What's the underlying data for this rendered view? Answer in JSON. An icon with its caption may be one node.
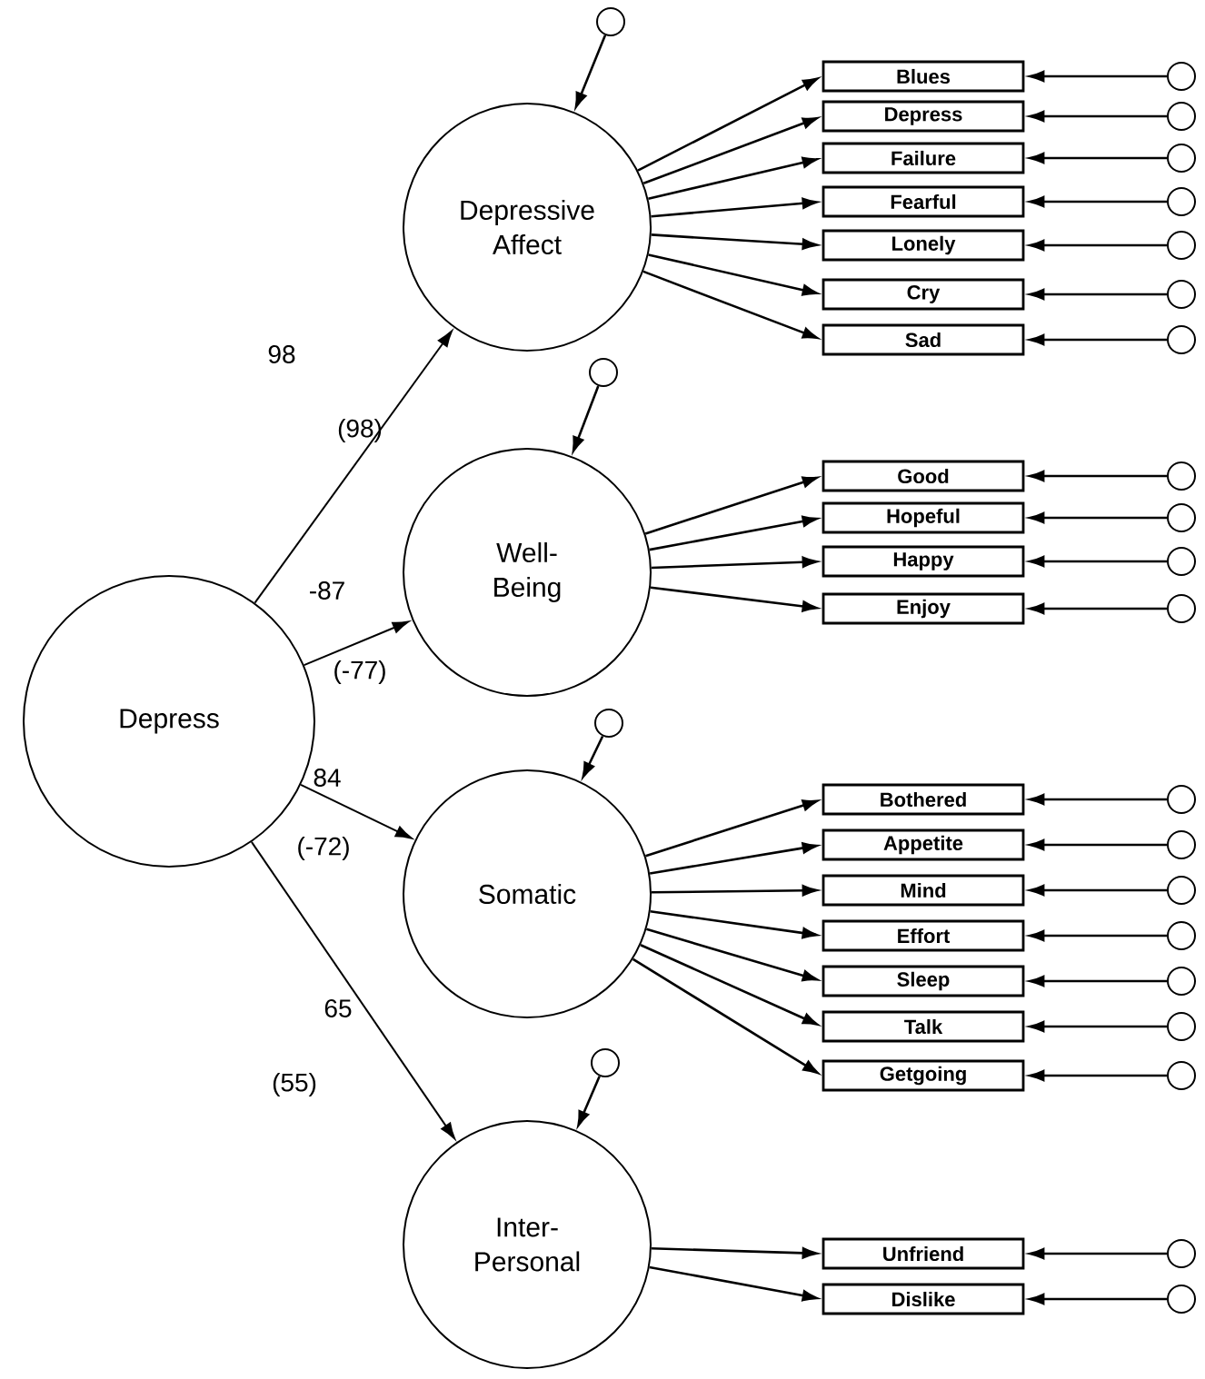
{
  "diagram": {
    "nodes": [
      {
        "text": [
          "Depress"
        ]
      },
      {
        "text": [
          "Depressive Affect"
        ]
      },
      {
        "text": [
          "Well- Being"
        ]
      },
      {
        "text": [
          "Somatic"
        ]
      },
      {
        "text": [
          "Inter- Personal"
        ]
      },
      {
        "text": [
          "Blues"
        ]
      },
      {
        "text": [
          "Depress"
        ]
      },
      {
        "text": [
          "Failure"
        ]
      },
      {
        "text": [
          "Fearful"
        ]
      },
      {
        "text": [
          "Lonely"
        ]
      },
      {
        "text": [
          "Cry"
        ]
      },
      {
        "text": [
          "Sad"
        ]
      },
      {
        "text": [
          "Good"
        ]
      },
      {
        "text": [
          "Hopeful"
        ]
      },
      {
        "text": [
          "Happy"
        ]
      },
      {
        "text": [
          "Enjoy"
        ]
      },
      {
        "text": [
          "Bothered"
        ]
      },
      {
        "text": [
          "Appetite"
        ]
      },
      {
        "text": [
          "Mind"
        ]
      },
      {
        "text": [
          "Effort"
        ]
      },
      {
        "text": [
          "Sleep"
        ]
      },
      {
        "text": [
          "Talk"
        ]
      },
      {
        "text": [
          "Getgoing"
        ]
      },
      {
        "text": [
          "Unfriend"
        ]
      },
      {
        "text": [
          "Dislike"
        ]
      },
      {
        "text": [],
        "shape": "circle"
      },
      {
        "text": [],
        "shape": "circle"
      },
      {
        "text": [],
        "shape": "circle"
      },
      {
        "text": [],
        "shape": "circle"
      },
      {
        "text": [],
        "shape": "circle"
      },
      {
        "text": [],
        "shape": "circle"
      },
      {
        "text": [],
        "shape": "circle"
      },
      {
        "text": [],
        "shape": "circle"
      },
      {
        "text": [],
        "shape": "circle"
      },
      {
        "text": [],
        "shape": "circle"
      },
      {
        "text": [],
        "shape": "circle"
      },
      {
        "text": [],
        "shape": "circle"
      },
      {
        "text": [],
        "shape": "circle"
      },
      {
        "text": [],
        "shape": "circle"
      },
      {
        "text": [],
        "shape": "circle"
      },
      {
        "text": [],
        "shape": "circle"
      },
      {
        "text": [],
        "shape": "circle"
      },
      {
        "text": [],
        "shape": "circle"
      },
      {
        "text": [],
        "shape": "circle"
      },
      {
        "text": [],
        "shape": "circle"
      },
      {
        "text": [],
        "shape": "circle"
      },
      {
        "text": [],
        "shape": "circle"
      },
      {
        "text": [],
        "shape": "circle"
      },
      {
        "text": [],
        "shape": "circle"
      }
    ],
    "edges": [
      {
        "from": 0,
        "to": 1,
        "arrow": "to",
        "label": "98"
      },
      {
        "from": 0,
        "to": 2,
        "arrow": "to",
        "label": "-87"
      },
      {
        "from": 0,
        "to": 3,
        "arrow": "to",
        "label": "84"
      },
      {
        "from": 0,
        "to": 4,
        "arrow": "to",
        "label": "65"
      },
      {
        "from": 1,
        "to": 5,
        "arrow": "to"
      },
      {
        "from": 1,
        "to": 6,
        "arrow": "to"
      },
      {
        "from": 1,
        "to": 7,
        "arrow": "to"
      },
      {
        "from": 1,
        "to": 8,
        "arrow": "to"
      },
      {
        "from": 1,
        "to": 9,
        "arrow": "to"
      },
      {
        "from": 1,
        "to": 10,
        "arrow": "to"
      },
      {
        "from": 1,
        "to": 11,
        "arrow": "to"
      },
      {
        "from": 2,
        "to": 12,
        "arrow": "to"
      },
      {
        "from": 2,
        "to": 13,
        "arrow": "to"
      },
      {
        "from": 2,
        "to": 14,
        "arrow": "to"
      },
      {
        "from": 2,
        "to": 15,
        "arrow": "to"
      },
      {
        "from": 3,
        "to": 16,
        "arrow": "to"
      },
      {
        "from": 3,
        "to": 17,
        "arrow": "to"
      },
      {
        "from": 3,
        "to": 18,
        "arrow": "to"
      },
      {
        "from": 3,
        "to": 19,
        "arrow": "to"
      },
      {
        "from": 3,
        "to": 20,
        "arrow": "to"
      },
      {
        "from": 3,
        "to": 21,
        "arrow": "to"
      },
      {
        "from": 3,
        "to": 22,
        "arrow": "to"
      },
      {
        "from": 4,
        "to": 23,
        "arrow": "to"
      },
      {
        "from": 4,
        "to": 24,
        "arrow": "to"
      },
      {
        "from": 25,
        "to": 5,
        "arrow": "to"
      },
      {
        "from": 26,
        "to": 6,
        "arrow": "to"
      },
      {
        "from": 27,
        "to": 7,
        "arrow": "to"
      },
      {
        "from": 28,
        "to": 8,
        "arrow": "to"
      },
      {
        "from": 29,
        "to": 9,
        "arrow": "to"
      },
      {
        "from": 30,
        "to": 10,
        "arrow": "to"
      },
      {
        "from": 31,
        "to": 11,
        "arrow": "to"
      },
      {
        "from": 32,
        "to": 12,
        "arrow": "to"
      },
      {
        "from": 33,
        "to": 13,
        "arrow": "to"
      },
      {
        "from": 34,
        "to": 14,
        "arrow": "to"
      },
      {
        "from": 35,
        "to": 15,
        "arrow": "to"
      },
      {
        "from": 36,
        "to": 16,
        "arrow": "to"
      },
      {
        "from": 37,
        "to": 17,
        "arrow": "to"
      },
      {
        "from": 38,
        "to": 18,
        "arrow": "to"
      },
      {
        "from": 39,
        "to": 19,
        "arrow": "to"
      },
      {
        "from": 40,
        "to": 20,
        "arrow": "to"
      },
      {
        "from": 41,
        "to": 21,
        "arrow": "to"
      },
      {
        "from": 42,
        "to": 22,
        "arrow": "to"
      },
      {
        "from": 43,
        "to": 23,
        "arrow": "to"
      },
      {
        "from": 44,
        "to": 24,
        "arrow": "to"
      },
      {
        "from": 45,
        "to": 1,
        "arrow": "to"
      },
      {
        "from": 46,
        "to": 2,
        "arrow": "to"
      },
      {
        "from": 47,
        "to": 3,
        "arrow": "to"
      },
      {
        "from": 48,
        "to": 4,
        "arrow": "to"
      }
    ],
    "labels": [
      "(98)",
      "(-77)",
      "(-72)",
      "(55)"
    ]
  }
}
